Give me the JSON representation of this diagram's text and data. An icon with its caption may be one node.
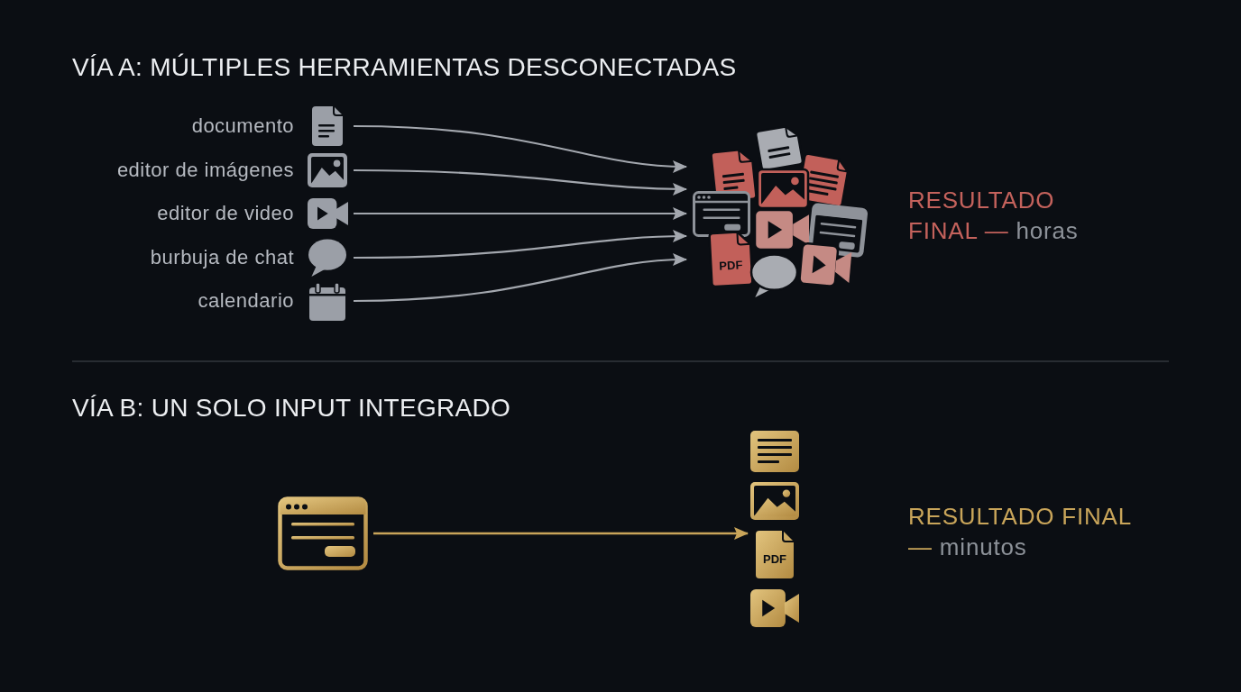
{
  "diagram": {
    "nodes": [
      {
        "text": [
          "documento"
        ]
      },
      {
        "text": [
          "editor de imágenes"
        ]
      },
      {
        "text": [
          "editor de video"
        ]
      },
      {
        "text": [
          "burbuja de chat"
        ]
      },
      {
        "text": [
          "calendario"
        ]
      },
      {
        "text": [],
        "shape": "picture",
        "beside": [
          "RESULTADO FINAL —",
          "horas"
        ]
      },
      {
        "text": [],
        "shape": "picture"
      },
      {
        "text": [],
        "shape": "picture",
        "beside": [
          "RESULTADO FINAL —",
          "minutos"
        ]
      }
    ],
    "edges": [
      {
        "from": 0,
        "to": 5,
        "arrow": "to"
      },
      {
        "from": 1,
        "to": 5,
        "arrow": "to"
      },
      {
        "from": 2,
        "to": 5,
        "arrow": "to"
      },
      {
        "from": 3,
        "to": 5,
        "arrow": "to"
      },
      {
        "from": 4,
        "to": 5,
        "arrow": "to"
      },
      {
        "from": 6,
        "to": 7,
        "arrow": "to",
        "color": "#c9a55a"
      }
    ],
    "labels": [
      "VÍA A: MÚLTIPLES HERRAMIENTAS DESCONECTADAS",
      "PDF",
      "VÍA B: UN SOLO INPUT INTEGRADO",
      "PDF"
    ]
  }
}
